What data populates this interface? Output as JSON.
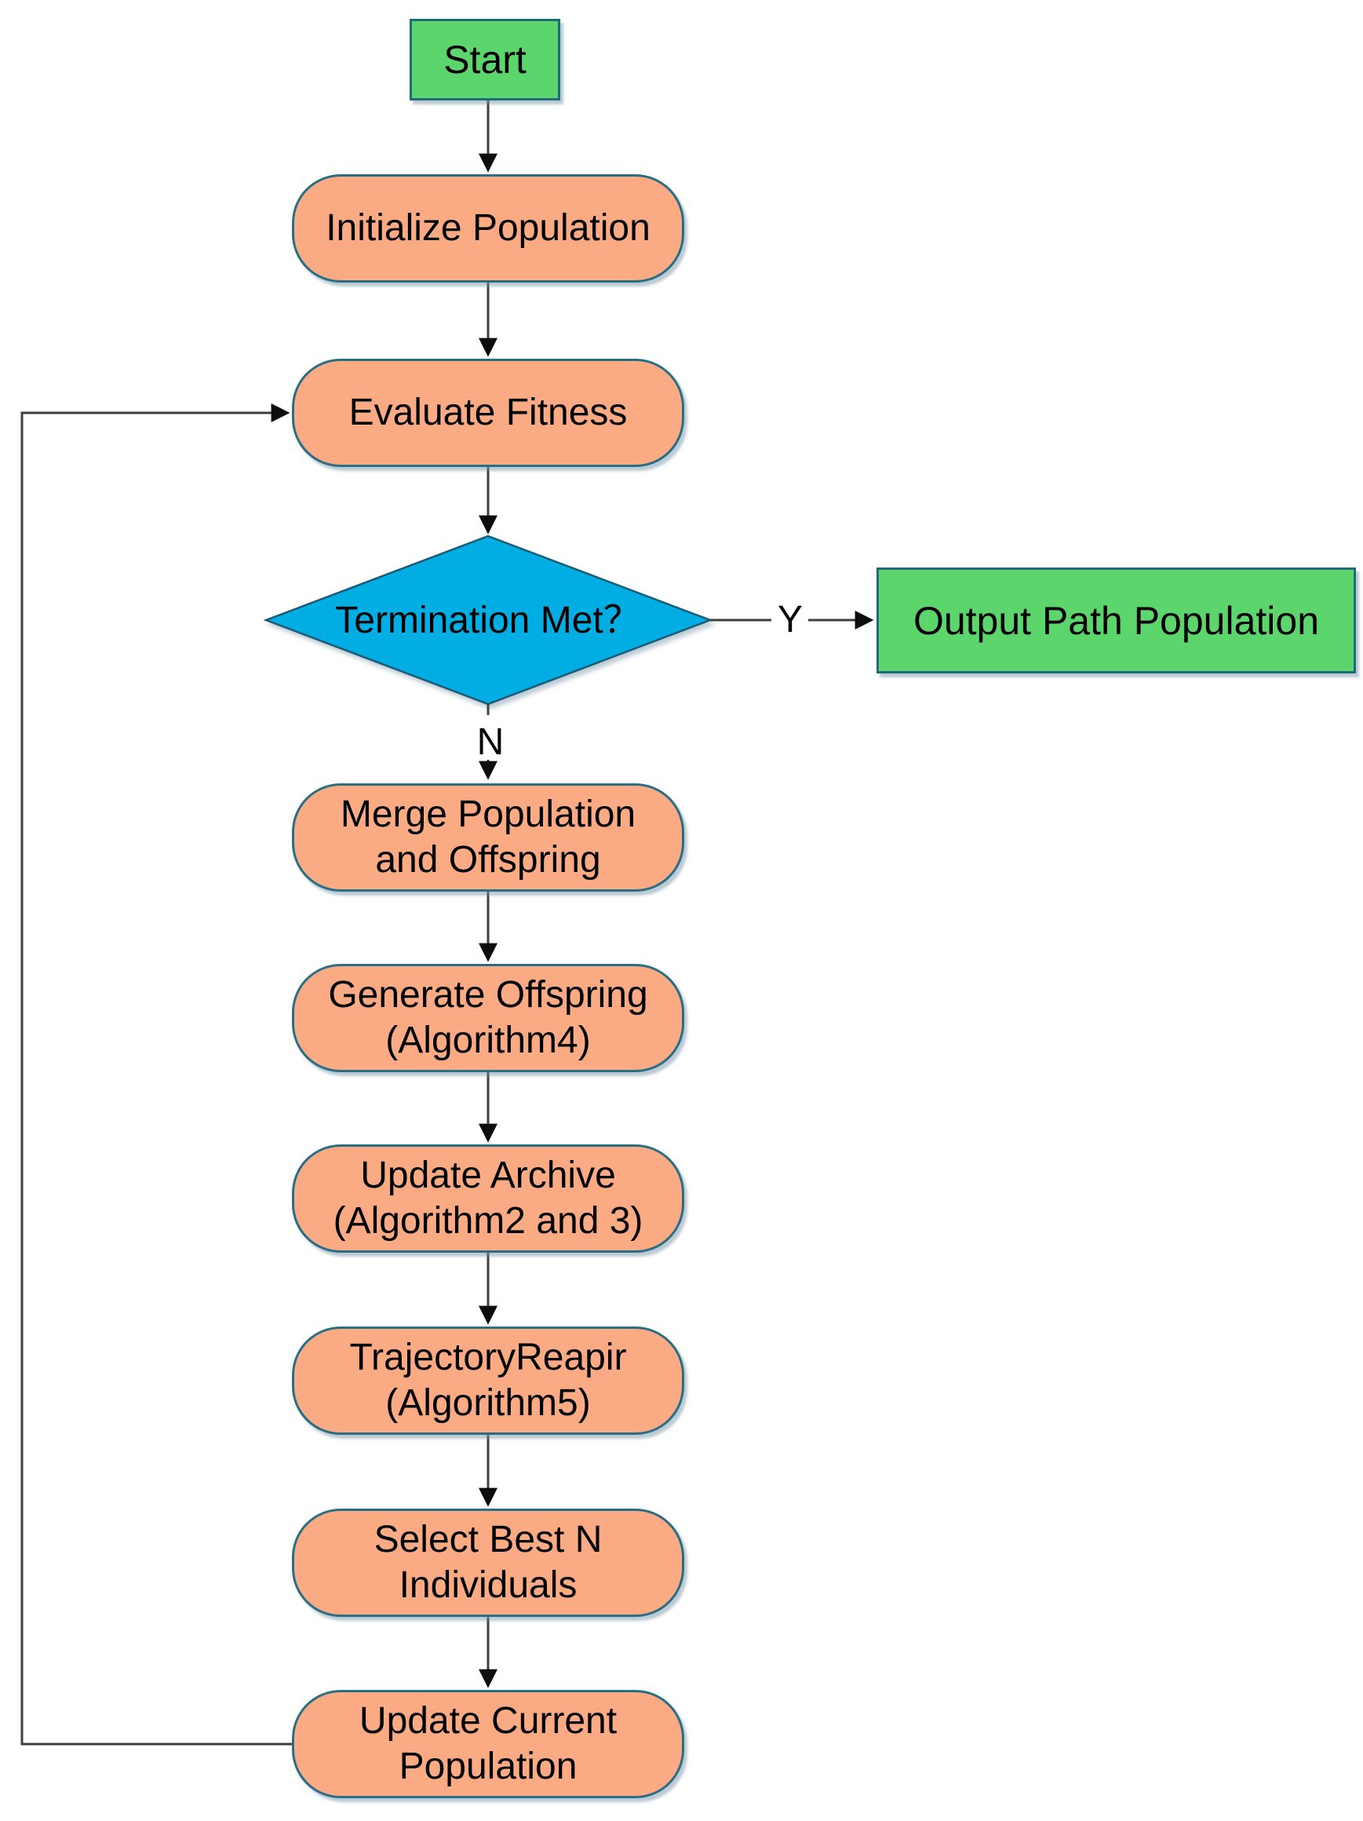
{
  "diagram": {
    "type": "flowchart",
    "nodes": [
      {
        "id": "start",
        "shape": "rectangle",
        "role": "start-terminal",
        "label": "Start"
      },
      {
        "id": "initialize-population",
        "shape": "rounded-process",
        "lines": [
          "Initialize Population"
        ]
      },
      {
        "id": "evaluate-fitness",
        "shape": "rounded-process",
        "lines": [
          "Evaluate Fitness"
        ]
      },
      {
        "id": "termination-met",
        "shape": "decision-diamond",
        "label": "Termination Met？"
      },
      {
        "id": "output-path-population",
        "shape": "rectangle",
        "role": "end-terminal",
        "label": "Output Path Population"
      },
      {
        "id": "merge-population-offspring",
        "shape": "rounded-process",
        "lines": [
          "Merge Population",
          "and Offspring"
        ]
      },
      {
        "id": "generate-offspring",
        "shape": "rounded-process",
        "lines": [
          "Generate Offspring",
          "(Algorithm4)"
        ]
      },
      {
        "id": "update-archive",
        "shape": "rounded-process",
        "lines": [
          "Update Archive",
          "(Algorithm2 and 3)"
        ]
      },
      {
        "id": "trajectory-repair",
        "shape": "rounded-process",
        "lines": [
          "TrajectoryReapir",
          "(Algorithm5)"
        ]
      },
      {
        "id": "select-best-n",
        "shape": "rounded-process",
        "lines": [
          "Select Best N",
          "Individuals"
        ]
      },
      {
        "id": "update-current-population",
        "shape": "rounded-process",
        "lines": [
          "Update Current",
          "Population"
        ]
      }
    ],
    "edge_labels": {
      "yes": "Y",
      "no": "N"
    },
    "colors": {
      "process_fill": "#FBAB84",
      "decision_fill": "#00AEE4",
      "terminal_fill": "#5CD56C",
      "process_outline": "#2A6E85",
      "terminal_outline": "#1E6C77",
      "decision_outline": "#1C5A74",
      "connector": "#3F3F3F",
      "arrowhead": "#0D0D0D",
      "text": "#000000"
    }
  }
}
